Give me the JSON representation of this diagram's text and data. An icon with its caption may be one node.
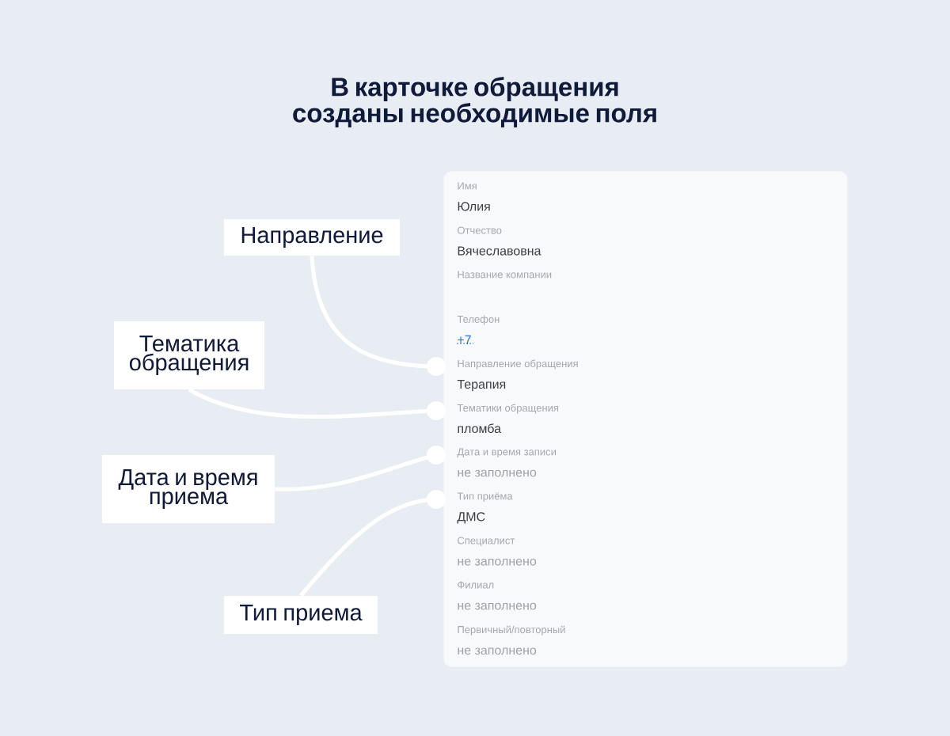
{
  "diagram": {
    "title": "В карточке обращения созданы необходимые поля",
    "nodes": [
      {
        "text": [],
        "shape": "box"
      },
      {
        "text": [
          "Имя",
          "Юлия"
        ],
        "in": 0
      },
      {
        "text": [
          "Отчество",
          "Вячеславовна"
        ],
        "in": 0
      },
      {
        "text": [
          "Название компании"
        ],
        "in": 0
      },
      {
        "text": [
          "Телефон",
          "+7"
        ],
        "in": 0
      },
      {
        "text": [
          "Направление обращения",
          "Терапия"
        ],
        "in": 0
      },
      {
        "text": [
          "Тематики обращения",
          "пломба"
        ],
        "in": 0
      },
      {
        "text": [
          "Дата и время записи",
          "не заполнено"
        ],
        "in": 0
      },
      {
        "text": [
          "Тип приёма",
          "ДМС"
        ],
        "in": 0
      },
      {
        "text": [
          "Специалист",
          "не заполнено"
        ],
        "in": 0
      },
      {
        "text": [
          "Филиал",
          "не заполнено"
        ],
        "in": 0
      },
      {
        "text": [
          "Первичный/повторный",
          "не заполнено"
        ],
        "in": 0
      },
      {
        "text": [
          "Направление"
        ]
      },
      {
        "text": [
          "Тематика обращения"
        ]
      },
      {
        "text": [
          "Дата и время приема"
        ]
      },
      {
        "text": [
          "Тип приема"
        ]
      }
    ],
    "edges": [
      {
        "from": 12,
        "to": 5,
        "arrow": "other"
      },
      {
        "from": 13,
        "to": 6,
        "arrow": "other"
      },
      {
        "from": 14,
        "to": 7,
        "arrow": "other"
      },
      {
        "from": 15,
        "to": 8,
        "arrow": "other"
      }
    ]
  }
}
